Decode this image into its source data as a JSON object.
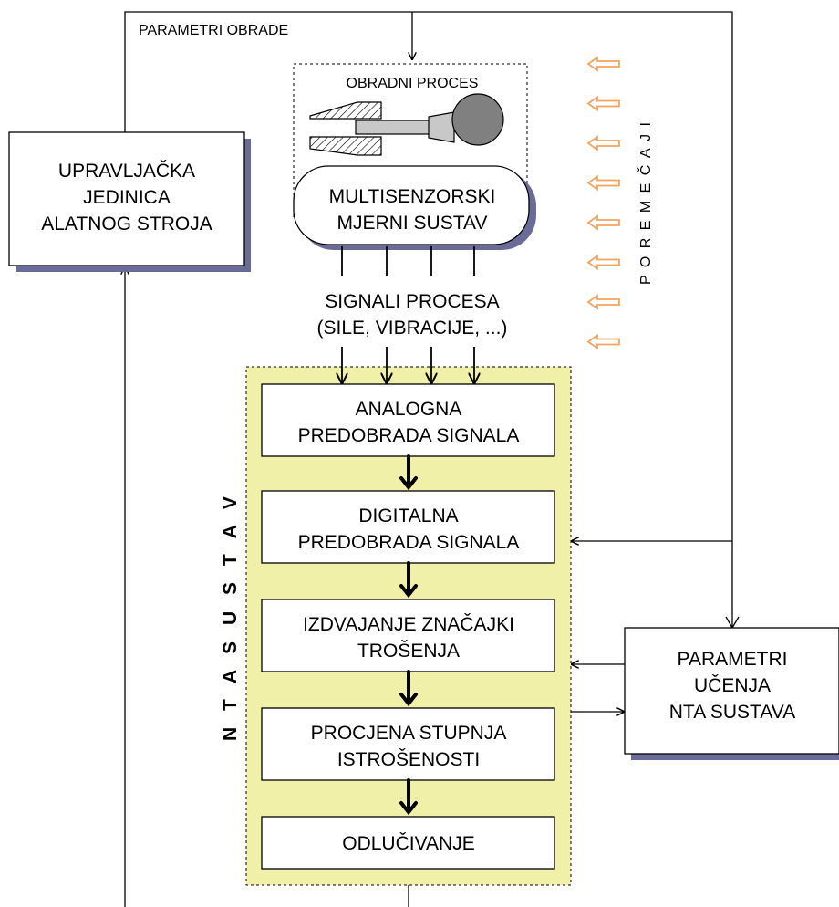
{
  "top_label": "PARAMETRI OBRADE",
  "control_unit": {
    "lines": [
      "UPRAVLJAČKA",
      "JEDINICA",
      "ALATNOG STROJA"
    ]
  },
  "process": {
    "title": "OBRADNI PROCES",
    "sensor_lines": [
      "MULTISENZORSKI",
      "MJERNI SUSTAV"
    ]
  },
  "signals": {
    "lines": [
      "SIGNALI PROCESA",
      "(SILE, VIBRACIJE, ...)"
    ]
  },
  "disturbances": {
    "label": "P O R E M E Č A J I",
    "arrow_count": 8,
    "arrow_color": "#f4a460"
  },
  "nta_system": {
    "label": "N T A   S U S T A V",
    "fill_color": "#f0f0a8",
    "blocks": [
      {
        "lines": [
          "ANALOGNA",
          "PREDOBRADA SIGNALA"
        ]
      },
      {
        "lines": [
          "DIGITALNA",
          "PREDOBRADA SIGNALA"
        ]
      },
      {
        "lines": [
          "IZDVAJANJE ZNAČAJKI",
          "TROŠENJA"
        ]
      },
      {
        "lines": [
          "PROCJENA STUPNJA",
          "ISTROŠENOSTI"
        ]
      },
      {
        "lines": [
          "ODLUČIVANJE"
        ]
      }
    ]
  },
  "learning_params": {
    "lines": [
      "PARAMETRI",
      "UČENJA",
      "NTA SUSTAVA"
    ]
  },
  "colors": {
    "shadow": "#6b6b9a",
    "disturbance_arrow": "#f4a460",
    "nta_fill": "#f0f0a8"
  }
}
